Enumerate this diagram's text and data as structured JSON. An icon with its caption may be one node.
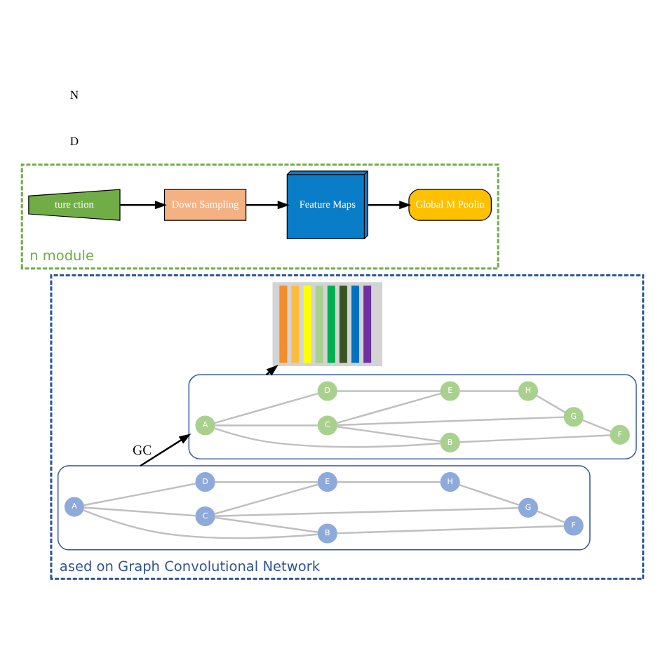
{
  "diagram": {
    "nodes": [
      {
        "text": [
          "n module"
        ]
      },
      {
        "text": [
          "ture ction"
        ],
        "in": 0
      },
      {
        "text": [
          "Down Sampling"
        ],
        "in": 0
      },
      {
        "text": [
          "Feature Maps"
        ],
        "in": 0
      },
      {
        "text": [
          "Global M Poolin"
        ],
        "in": 0
      },
      {
        "text": [
          "ased on Graph Convolutional Network"
        ]
      },
      {
        "text": [],
        "shape": "box",
        "in": 5
      },
      {
        "text": [
          "A"
        ],
        "in": 6
      },
      {
        "text": [
          "B"
        ],
        "in": 6
      },
      {
        "text": [
          "C"
        ],
        "in": 6
      },
      {
        "text": [
          "D"
        ],
        "in": 6
      },
      {
        "text": [
          "E"
        ],
        "in": 6
      },
      {
        "text": [
          "F"
        ],
        "in": 6
      },
      {
        "text": [
          "G"
        ],
        "in": 6
      },
      {
        "text": [
          "H"
        ],
        "in": 6
      },
      {
        "text": [],
        "shape": "box",
        "in": 5
      },
      {
        "text": [
          "A"
        ],
        "in": 15
      },
      {
        "text": [
          "B"
        ],
        "in": 15
      },
      {
        "text": [
          "C"
        ],
        "in": 15
      },
      {
        "text": [
          "D"
        ],
        "in": 15
      },
      {
        "text": [
          "E"
        ],
        "in": 15
      },
      {
        "text": [
          "F"
        ],
        "in": 15
      },
      {
        "text": [
          "G"
        ],
        "in": 15
      },
      {
        "text": [
          "H"
        ],
        "in": 15
      },
      {
        "text": [],
        "shape": "bar",
        "in": 5
      }
    ],
    "edges": [
      {
        "from": 1,
        "to": 2,
        "arrow": "to",
        "color": "#000000"
      },
      {
        "from": 2,
        "to": 3,
        "arrow": "to",
        "color": "#000000"
      },
      {
        "from": 3,
        "to": 4,
        "arrow": "to",
        "color": "#000000"
      },
      {
        "from": 7,
        "to": 10,
        "arrow": "none",
        "color": "#bfbfbf"
      },
      {
        "from": 7,
        "to": 9,
        "arrow": "none",
        "color": "#bfbfbf"
      },
      {
        "from": 7,
        "to": 8,
        "arrow": "none",
        "color": "#bfbfbf"
      },
      {
        "from": 9,
        "to": 8,
        "arrow": "none",
        "color": "#bfbfbf"
      },
      {
        "from": 9,
        "to": 11,
        "arrow": "none",
        "color": "#bfbfbf"
      },
      {
        "from": 9,
        "to": 13,
        "arrow": "none",
        "color": "#bfbfbf"
      },
      {
        "from": 10,
        "to": 11,
        "arrow": "none",
        "color": "#bfbfbf"
      },
      {
        "from": 11,
        "to": 14,
        "arrow": "none",
        "color": "#bfbfbf"
      },
      {
        "from": 14,
        "to": 13,
        "arrow": "none",
        "color": "#bfbfbf"
      },
      {
        "from": 13,
        "to": 12,
        "arrow": "none",
        "color": "#bfbfbf"
      },
      {
        "from": 8,
        "to": 12,
        "arrow": "none",
        "color": "#bfbfbf"
      },
      {
        "from": 6,
        "to": 15,
        "arrow": "to",
        "label": "GC",
        "color": "#000000"
      },
      {
        "from": 16,
        "to": 19,
        "arrow": "none",
        "color": "#bfbfbf"
      },
      {
        "from": 16,
        "to": 18,
        "arrow": "none",
        "color": "#bfbfbf"
      },
      {
        "from": 16,
        "to": 17,
        "arrow": "none",
        "color": "#bfbfbf"
      },
      {
        "from": 18,
        "to": 17,
        "arrow": "none",
        "color": "#bfbfbf"
      },
      {
        "from": 18,
        "to": 20,
        "arrow": "none",
        "color": "#bfbfbf"
      },
      {
        "from": 18,
        "to": 22,
        "arrow": "none",
        "color": "#bfbfbf"
      },
      {
        "from": 19,
        "to": 20,
        "arrow": "none",
        "color": "#bfbfbf"
      },
      {
        "from": 20,
        "to": 23,
        "arrow": "none",
        "color": "#bfbfbf"
      },
      {
        "from": 23,
        "to": 22,
        "arrow": "none",
        "color": "#bfbfbf"
      },
      {
        "from": 22,
        "to": 21,
        "arrow": "none",
        "color": "#bfbfbf"
      },
      {
        "from": 17,
        "to": 21,
        "arrow": "none",
        "color": "#bfbfbf"
      },
      {
        "from": 15,
        "to": 24,
        "arrow": "to",
        "color": "#000000"
      }
    ],
    "labels": [
      "D",
      "N"
    ]
  }
}
